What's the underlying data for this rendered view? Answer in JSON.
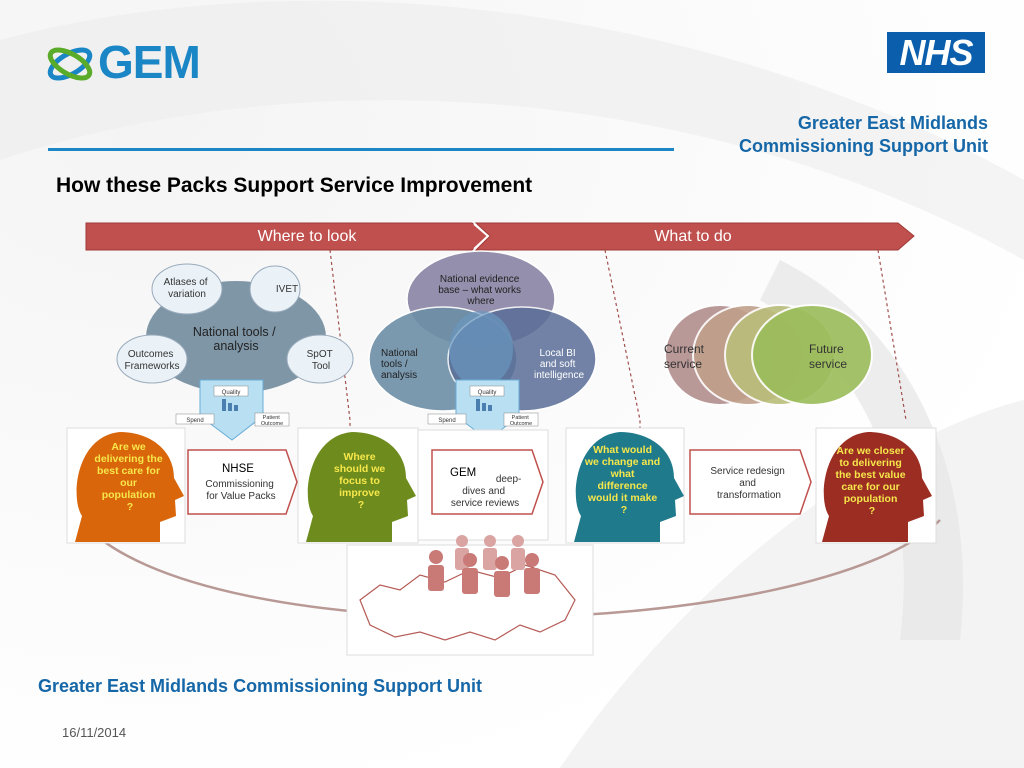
{
  "header": {
    "gem_logo_text": "GEM",
    "nhs_logo_text": "NHS",
    "org_line1": "Greater East Midlands",
    "org_line2": "Commissioning Support Unit"
  },
  "title": "How these Packs Support Service Improvement",
  "band": {
    "left_label": "Where to look",
    "right_label": "What to do",
    "color": "#c0504d"
  },
  "tools_cluster": {
    "center": [
      "National tools /",
      "analysis"
    ],
    "satellites": [
      [
        "Atlases of",
        "variation"
      ],
      [
        "IVET"
      ],
      [
        "Outcomes",
        "Frameworks"
      ],
      [
        "SpOT",
        "Tool"
      ]
    ]
  },
  "venn": {
    "top": [
      "National evidence",
      "base – what works",
      "where"
    ],
    "left": [
      "National",
      "tools /",
      "analysis"
    ],
    "right": [
      "Local BI",
      "and soft",
      "intelligence"
    ]
  },
  "current_future": {
    "current": [
      "Current",
      "service"
    ],
    "future": [
      "Future",
      "service"
    ]
  },
  "mini_chart": {
    "quality": "Quality",
    "spend": "Spend",
    "patient_outcome": [
      "Patient",
      "Outcome"
    ]
  },
  "heads": [
    {
      "lines": [
        "Are we",
        "delivering the",
        "best care for",
        "our",
        "population",
        "?"
      ],
      "color": "#d9660b"
    },
    {
      "lines": [
        "Where",
        "should we",
        "focus to",
        "improve",
        "?"
      ],
      "color": "#6e8c1e"
    },
    {
      "lines": [
        "What would",
        "we change and",
        "what",
        "difference",
        "would it make",
        "?"
      ],
      "color": "#1f7a8c"
    },
    {
      "lines": [
        "Are we closer",
        "to delivering",
        "the best value",
        "care for our",
        "population",
        "?"
      ],
      "color": "#9b2d23"
    }
  ],
  "arrow_boxes": [
    {
      "tag": "NHSE",
      "lines": [
        "Commissioning",
        "for Value Packs"
      ]
    },
    {
      "tag": "GEM",
      "lines": [
        "deep-",
        "dives and",
        "service reviews"
      ]
    },
    {
      "tag": "",
      "lines": [
        "Service redesign",
        "and",
        "transformation"
      ]
    }
  ],
  "footer": {
    "org": "Greater East Midlands Commissioning Support Unit",
    "date": "16/11/2014"
  }
}
